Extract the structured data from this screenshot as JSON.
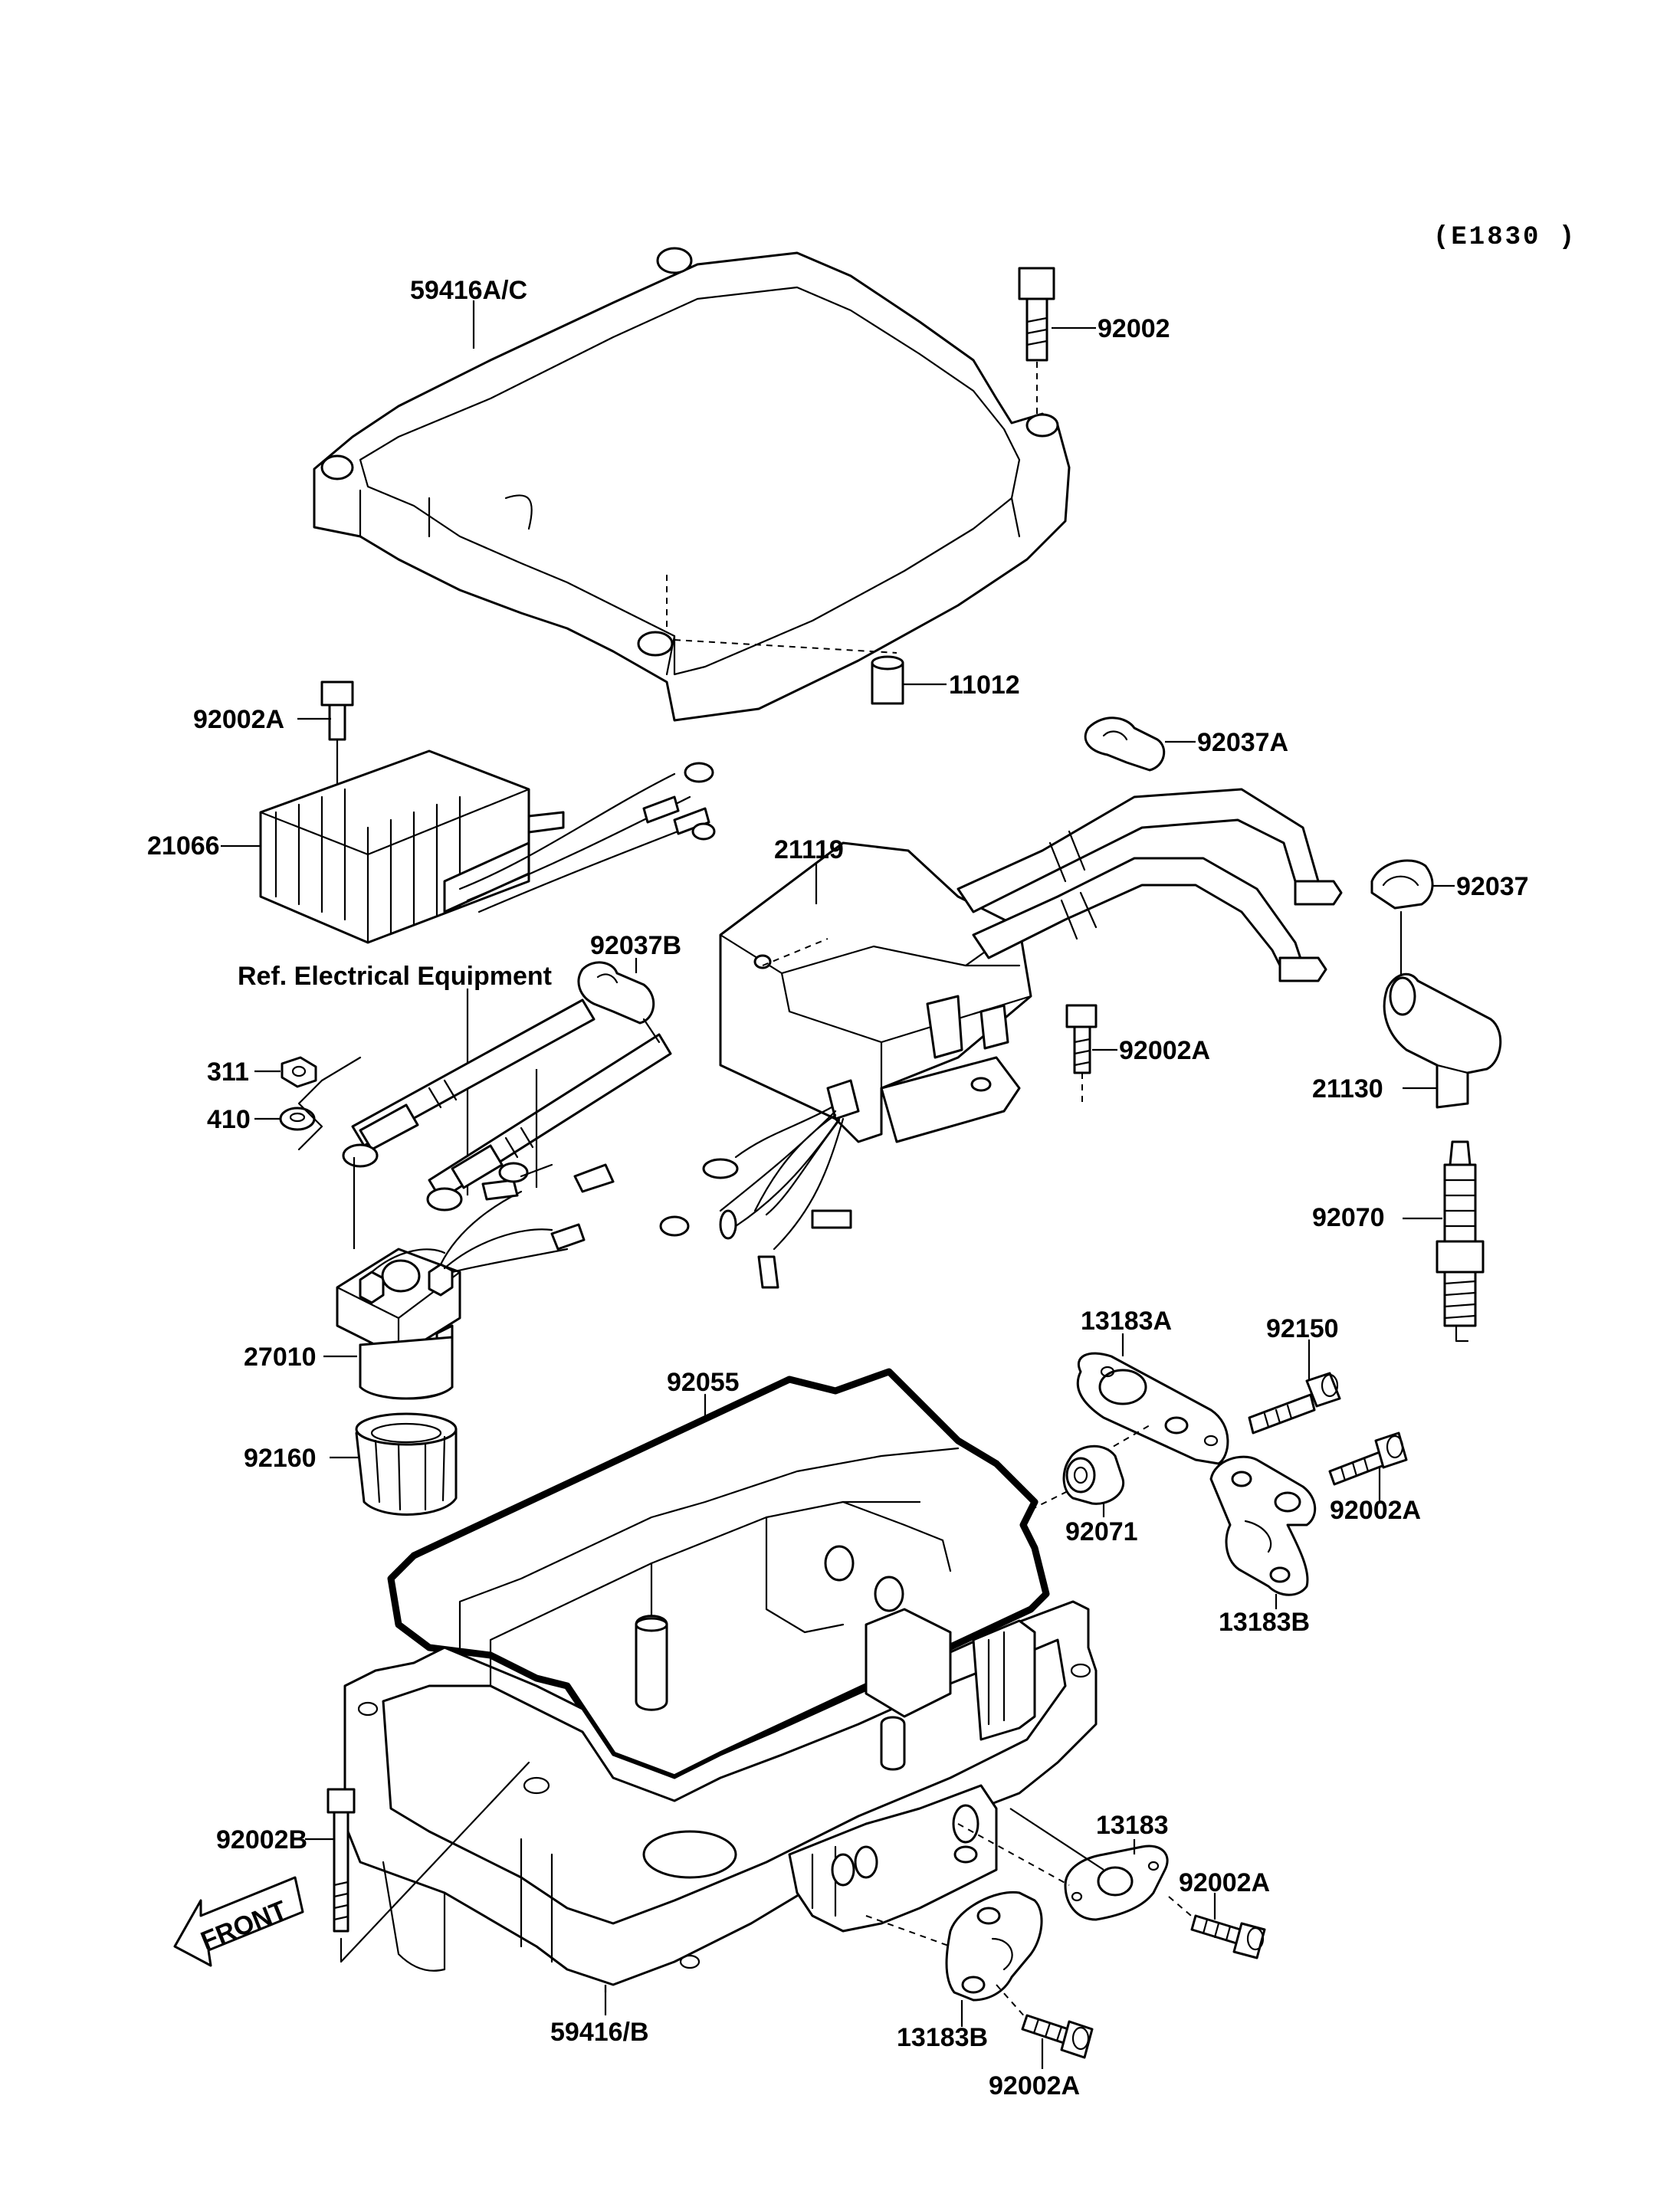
{
  "diagram_code": "(E1830 )",
  "reference_note": "Ref. Electrical Equipment",
  "front_label": "FRONT",
  "parts": {
    "cover": "59416A/C",
    "cover_bolt": "92002",
    "collar": "11012",
    "regulator_bolt": "92002A",
    "regulator": "21066",
    "ignition_coil": "21119",
    "clamp_top": "92037A",
    "clamp_right": "92037",
    "cable_clamp": "92037B",
    "nut": "311",
    "washer": "410",
    "coil_bolt": "92002A",
    "spark_cap": "21130",
    "spark_plug": "92070",
    "starter_relay": "27010",
    "gasket": "92055",
    "bracket_plate": "13183A",
    "bracket_bolt": "92150",
    "damper": "92160",
    "spacer": "92071",
    "bracket_bolt_right": "92002A",
    "bracket_right": "13183B",
    "case_bolt": "92002B",
    "plate_lower": "13183",
    "plate_lower_bolt": "92002A",
    "case": "59416/B",
    "bracket_lower": "13183B",
    "bracket_lower_bolt": "92002A"
  }
}
